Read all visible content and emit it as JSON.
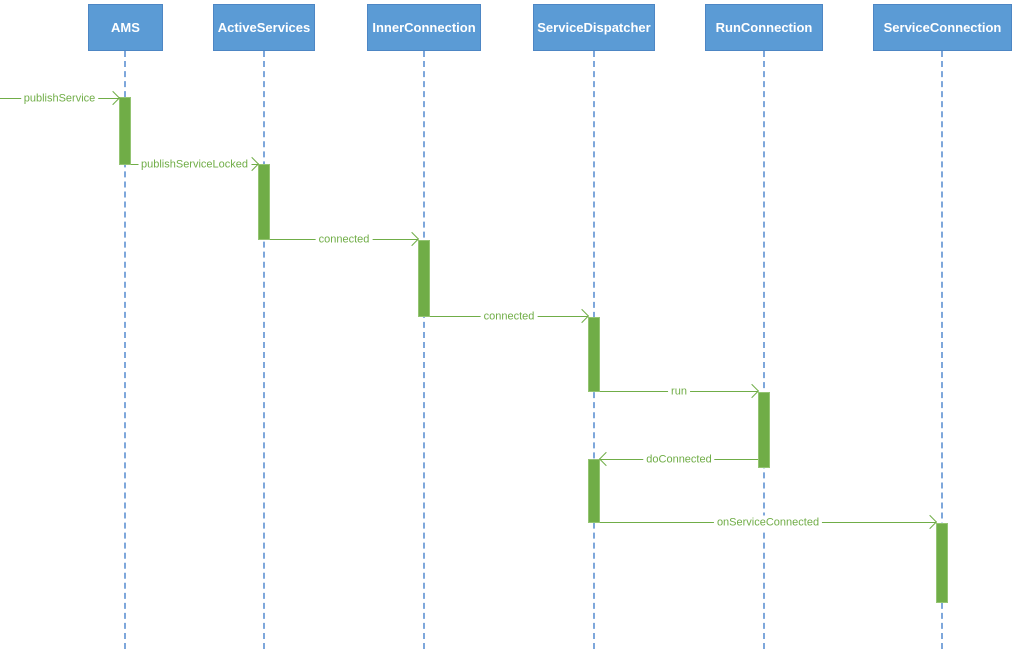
{
  "colors": {
    "lifeline_header_fill": "#5B9BD5",
    "lifeline_header_text": "#FFFFFF",
    "lifeline_dash": "#7EA7DB",
    "activation_fill": "#70AD47",
    "activation_border": "#94C472",
    "message_line": "#70AD47",
    "message_text": "#70AD47",
    "background": "#FFFFFF"
  },
  "lifelines": [
    {
      "name": "AMS"
    },
    {
      "name": "ActiveServices"
    },
    {
      "name": "InnerConnection"
    },
    {
      "name": "ServiceDispatcher"
    },
    {
      "name": "RunConnection"
    },
    {
      "name": "ServiceConnection"
    }
  ],
  "messages": [
    {
      "label": "publishService",
      "from": "external",
      "to": "AMS",
      "direction": "right"
    },
    {
      "label": "publishServiceLocked",
      "from": "AMS",
      "to": "ActiveServices",
      "direction": "right"
    },
    {
      "label": "connected",
      "from": "ActiveServices",
      "to": "InnerConnection",
      "direction": "right"
    },
    {
      "label": "connected",
      "from": "InnerConnection",
      "to": "ServiceDispatcher",
      "direction": "right"
    },
    {
      "label": "run",
      "from": "ServiceDispatcher",
      "to": "RunConnection",
      "direction": "right"
    },
    {
      "label": "doConnected",
      "from": "RunConnection",
      "to": "ServiceDispatcher",
      "direction": "left"
    },
    {
      "label": "onServiceConnected",
      "from": "ServiceDispatcher",
      "to": "ServiceConnection",
      "direction": "right"
    }
  ]
}
